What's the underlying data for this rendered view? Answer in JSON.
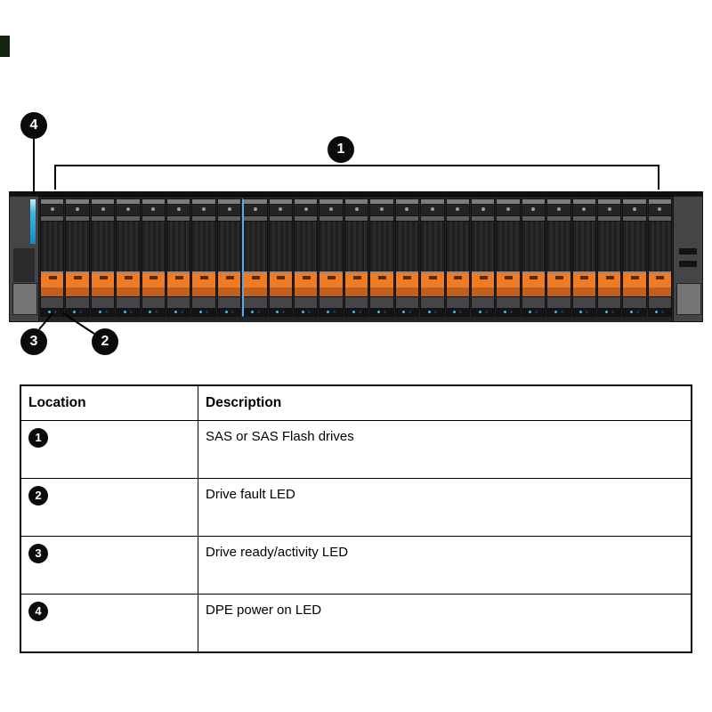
{
  "figure": {
    "callouts": [
      {
        "label": "1"
      },
      {
        "label": "2"
      },
      {
        "label": "3"
      },
      {
        "label": "4"
      }
    ],
    "drive_count": 25,
    "colors": {
      "chassis_dark": "#232325",
      "orange": "#ef7c25",
      "led_blue": "#3ab7e6"
    }
  },
  "table": {
    "headers": {
      "location": "Location",
      "description": "Description"
    },
    "rows": [
      {
        "num": "1",
        "description": "SAS or SAS Flash drives"
      },
      {
        "num": "2",
        "description": "Drive fault LED"
      },
      {
        "num": "3",
        "description": "Drive ready/activity LED"
      },
      {
        "num": "4",
        "description": "DPE power on LED"
      }
    ]
  }
}
